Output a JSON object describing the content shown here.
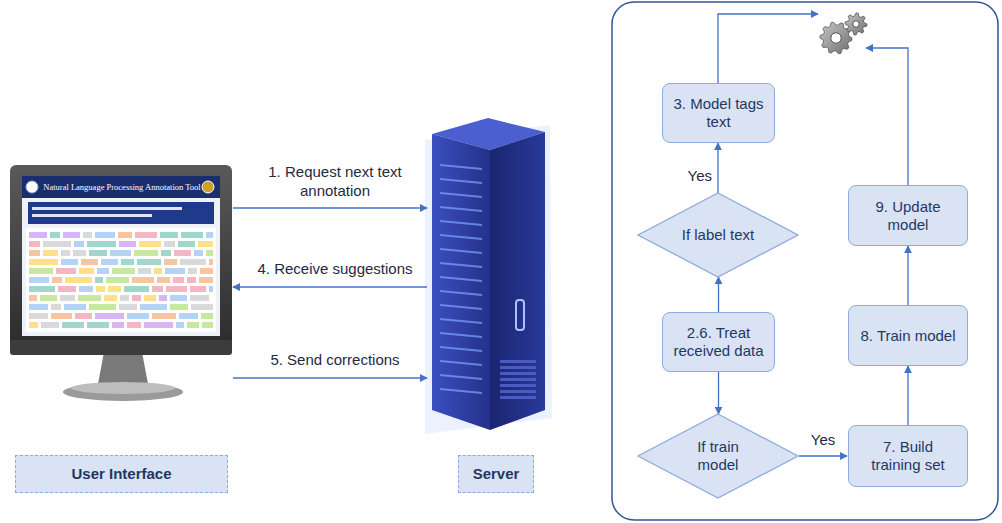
{
  "diagram": {
    "nodes": [
      {
        "text": [
          "User Interface"
        ]
      },
      {
        "text": [
          "Server"
        ]
      },
      {
        "text": [
          "3. Model tags text"
        ]
      },
      {
        "text": [
          "If label text"
        ]
      },
      {
        "text": [
          "9. Update model"
        ]
      },
      {
        "text": [
          "2.6. Treat received data"
        ]
      },
      {
        "text": [
          "8. Train model"
        ]
      },
      {
        "text": [
          "If train model"
        ]
      },
      {
        "text": [
          "7. Build training set"
        ]
      }
    ],
    "edges": [
      {
        "from": 0,
        "to": 1,
        "label": "1. Request next text annotation",
        "arrow": "to"
      },
      {
        "from": 1,
        "to": 0,
        "label": "4. Receive suggestions",
        "arrow": "to"
      },
      {
        "from": 0,
        "to": 1,
        "label": "5. Send corrections",
        "arrow": "to"
      },
      {
        "from": 3,
        "to": 2,
        "label": "Yes",
        "arrow": "to"
      },
      {
        "from": 5,
        "to": 3,
        "arrow": "to"
      },
      {
        "from": 5,
        "to": 7,
        "arrow": "to"
      },
      {
        "from": 7,
        "to": 8,
        "label": "Yes",
        "arrow": "to"
      },
      {
        "from": 8,
        "to": 6,
        "arrow": "to"
      },
      {
        "from": 6,
        "to": 4,
        "arrow": "to"
      }
    ],
    "labels": [
      "Natural Language Processing Annotation Tool"
    ]
  }
}
